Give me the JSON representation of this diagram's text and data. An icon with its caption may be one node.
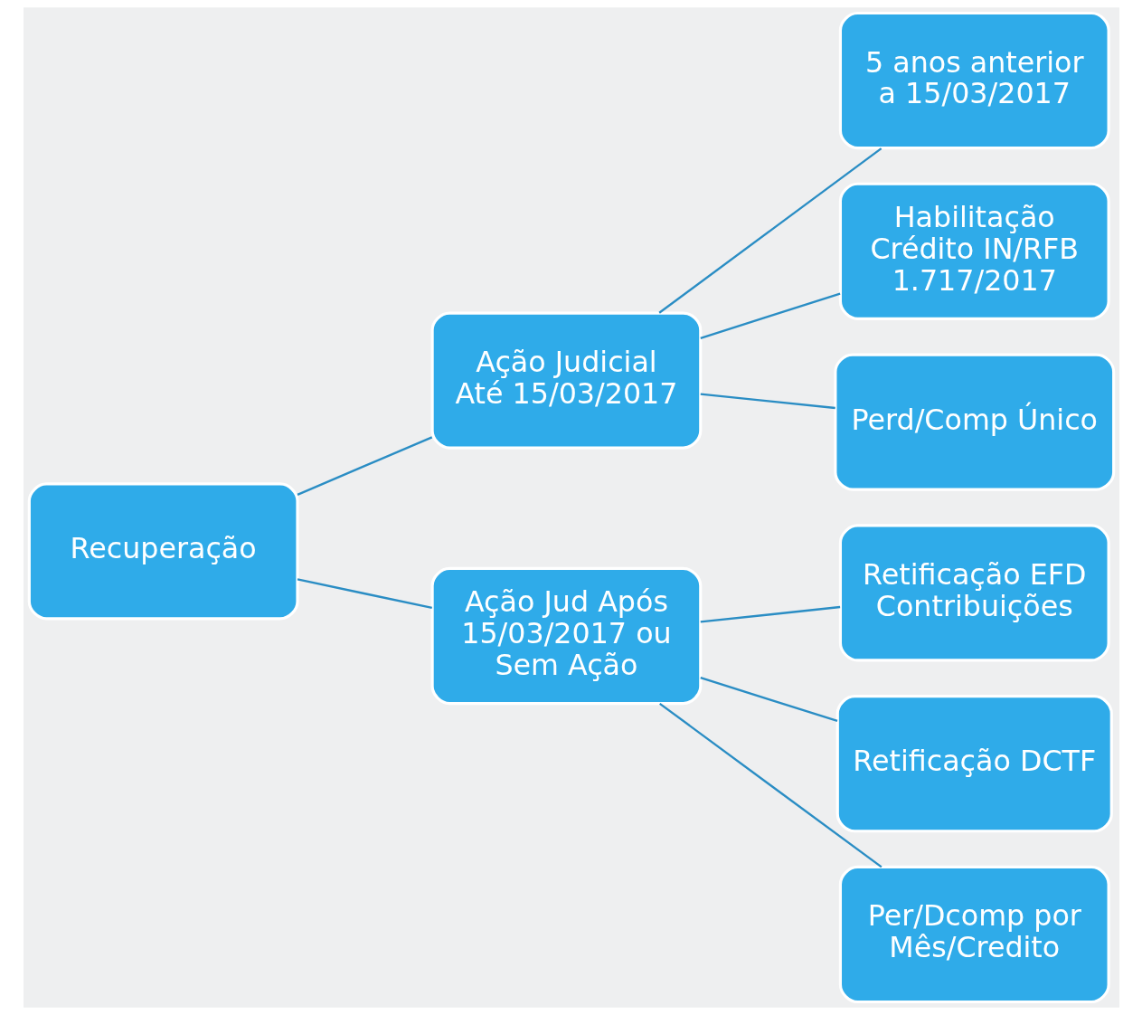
{
  "diagram": {
    "nodes": [
      {
        "text": [
          "Recuperação"
        ]
      },
      {
        "text": [
          "Ação Judicial Até 15/03/2017"
        ]
      },
      {
        "text": [
          "Ação Jud Após 15/03/2017 ou Sem Ação"
        ]
      },
      {
        "text": [
          "5 anos anterior a 15/03/2017"
        ]
      },
      {
        "text": [
          "Habilitação Crédito IN/RFB 1.717/2017"
        ]
      },
      {
        "text": [
          "Perd/Comp Único"
        ]
      },
      {
        "text": [
          "Retificação EFD Contribuições"
        ]
      },
      {
        "text": [
          "Retificação DCTF"
        ]
      },
      {
        "text": [
          "Per/Dcomp por Mês/Credito"
        ]
      }
    ],
    "edges": [
      {
        "from": 0,
        "to": 1,
        "arrow": "none"
      },
      {
        "from": 0,
        "to": 2,
        "arrow": "none"
      },
      {
        "from": 1,
        "to": 3,
        "arrow": "none"
      },
      {
        "from": 1,
        "to": 4,
        "arrow": "none"
      },
      {
        "from": 1,
        "to": 5,
        "arrow": "none"
      },
      {
        "from": 2,
        "to": 6,
        "arrow": "none"
      },
      {
        "from": 2,
        "to": 7,
        "arrow": "none"
      },
      {
        "from": 2,
        "to": 8,
        "arrow": "none"
      }
    ]
  }
}
